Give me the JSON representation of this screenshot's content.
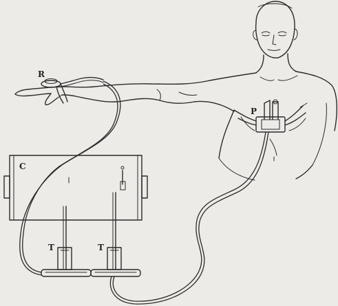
{
  "figure": {
    "labels": {
      "R": "R",
      "P": "P",
      "C": "C",
      "T_left": "T",
      "T_right": "T"
    },
    "ink_color": "#2a2a2a",
    "paper_color": "#ecebe7"
  }
}
